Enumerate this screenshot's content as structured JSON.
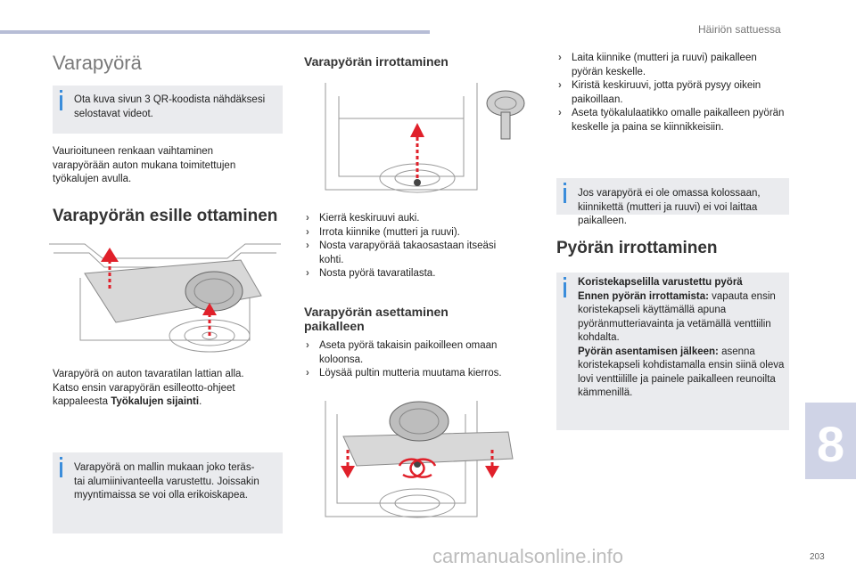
{
  "header": {
    "section": "Häiriön sattuessa"
  },
  "chapter": "8",
  "page_number": "203",
  "watermark": "carmanualsonline.info",
  "col1": {
    "title": "Varapyörä",
    "note1": "Ota kuva sivun 3 QR-koodista nähdäksesi selostavat videot.",
    "intro": "Vaurioituneen renkaan vaihtaminen varapyörään auton mukana toimitettujen työkalujen avulla.",
    "section_title": "Varapyörän esille ottaminen",
    "para_prefix": "Varapyörä on auton tavaratilan lattian alla. Katso ensin varapyörän esilleotto-ohjeet kappaleesta ",
    "para_bold": "Työkalujen sijainti",
    "para_suffix": ".",
    "note2": "Varapyörä on mallin mukaan joko teräs- tai alumiinivanteella varustettu. Joissakin myyntimaissa se voi olla erikoiskapea."
  },
  "col2": {
    "title": "Varapyörän irrottaminen",
    "removal_steps": [
      "Kierrä keskiruuvi auki.",
      "Irrota kiinnike (mutteri ja ruuvi).",
      "Nosta varapyörää takaosastaan itseäsi kohti.",
      "Nosta pyörä tavaratilasta."
    ],
    "title2": "Varapyörän asettaminen paikalleen",
    "placing_steps": [
      "Aseta pyörä takaisin paikoilleen omaan koloonsa.",
      "Löysää pultin mutteria muutama kierros."
    ]
  },
  "col3": {
    "steps": [
      "Laita kiinnike (mutteri ja ruuvi) paikalleen pyörän keskelle.",
      "Kiristä keskiruuvi, jotta pyörä pysyy oikein paikoillaan.",
      "Aseta työkalulaatikko omalle paikalleen pyörän keskelle ja paina se kiinnikkeisiin."
    ],
    "note": "Jos varapyörä ei ole omassa kolossaan, kiinnikettä (mutteri ja ruuvi) ei voi laittaa paikalleen.",
    "section_title": "Pyörän irrottaminen",
    "note2": {
      "heading": "Koristekapselilla varustettu pyörä",
      "before_label": "Ennen pyörän irrottamista:",
      "before_text": " vapauta ensin koristekapseli käyttämällä apuna pyöränmutteriavainta ja vetämällä venttiilin kohdalta.",
      "after_label": "Pyörän asentamisen jälkeen:",
      "after_text": " asenna koristekapseli kohdistamalla ensin siinä oleva lovi venttiilille ja painele paikalleen reunoilta kämmenillä."
    }
  },
  "colors": {
    "accent_blue": "#3b8ddb",
    "note_bg": "#eaebee",
    "arrow_red": "#e0202a",
    "tab_bg": "#cfd3e6"
  }
}
